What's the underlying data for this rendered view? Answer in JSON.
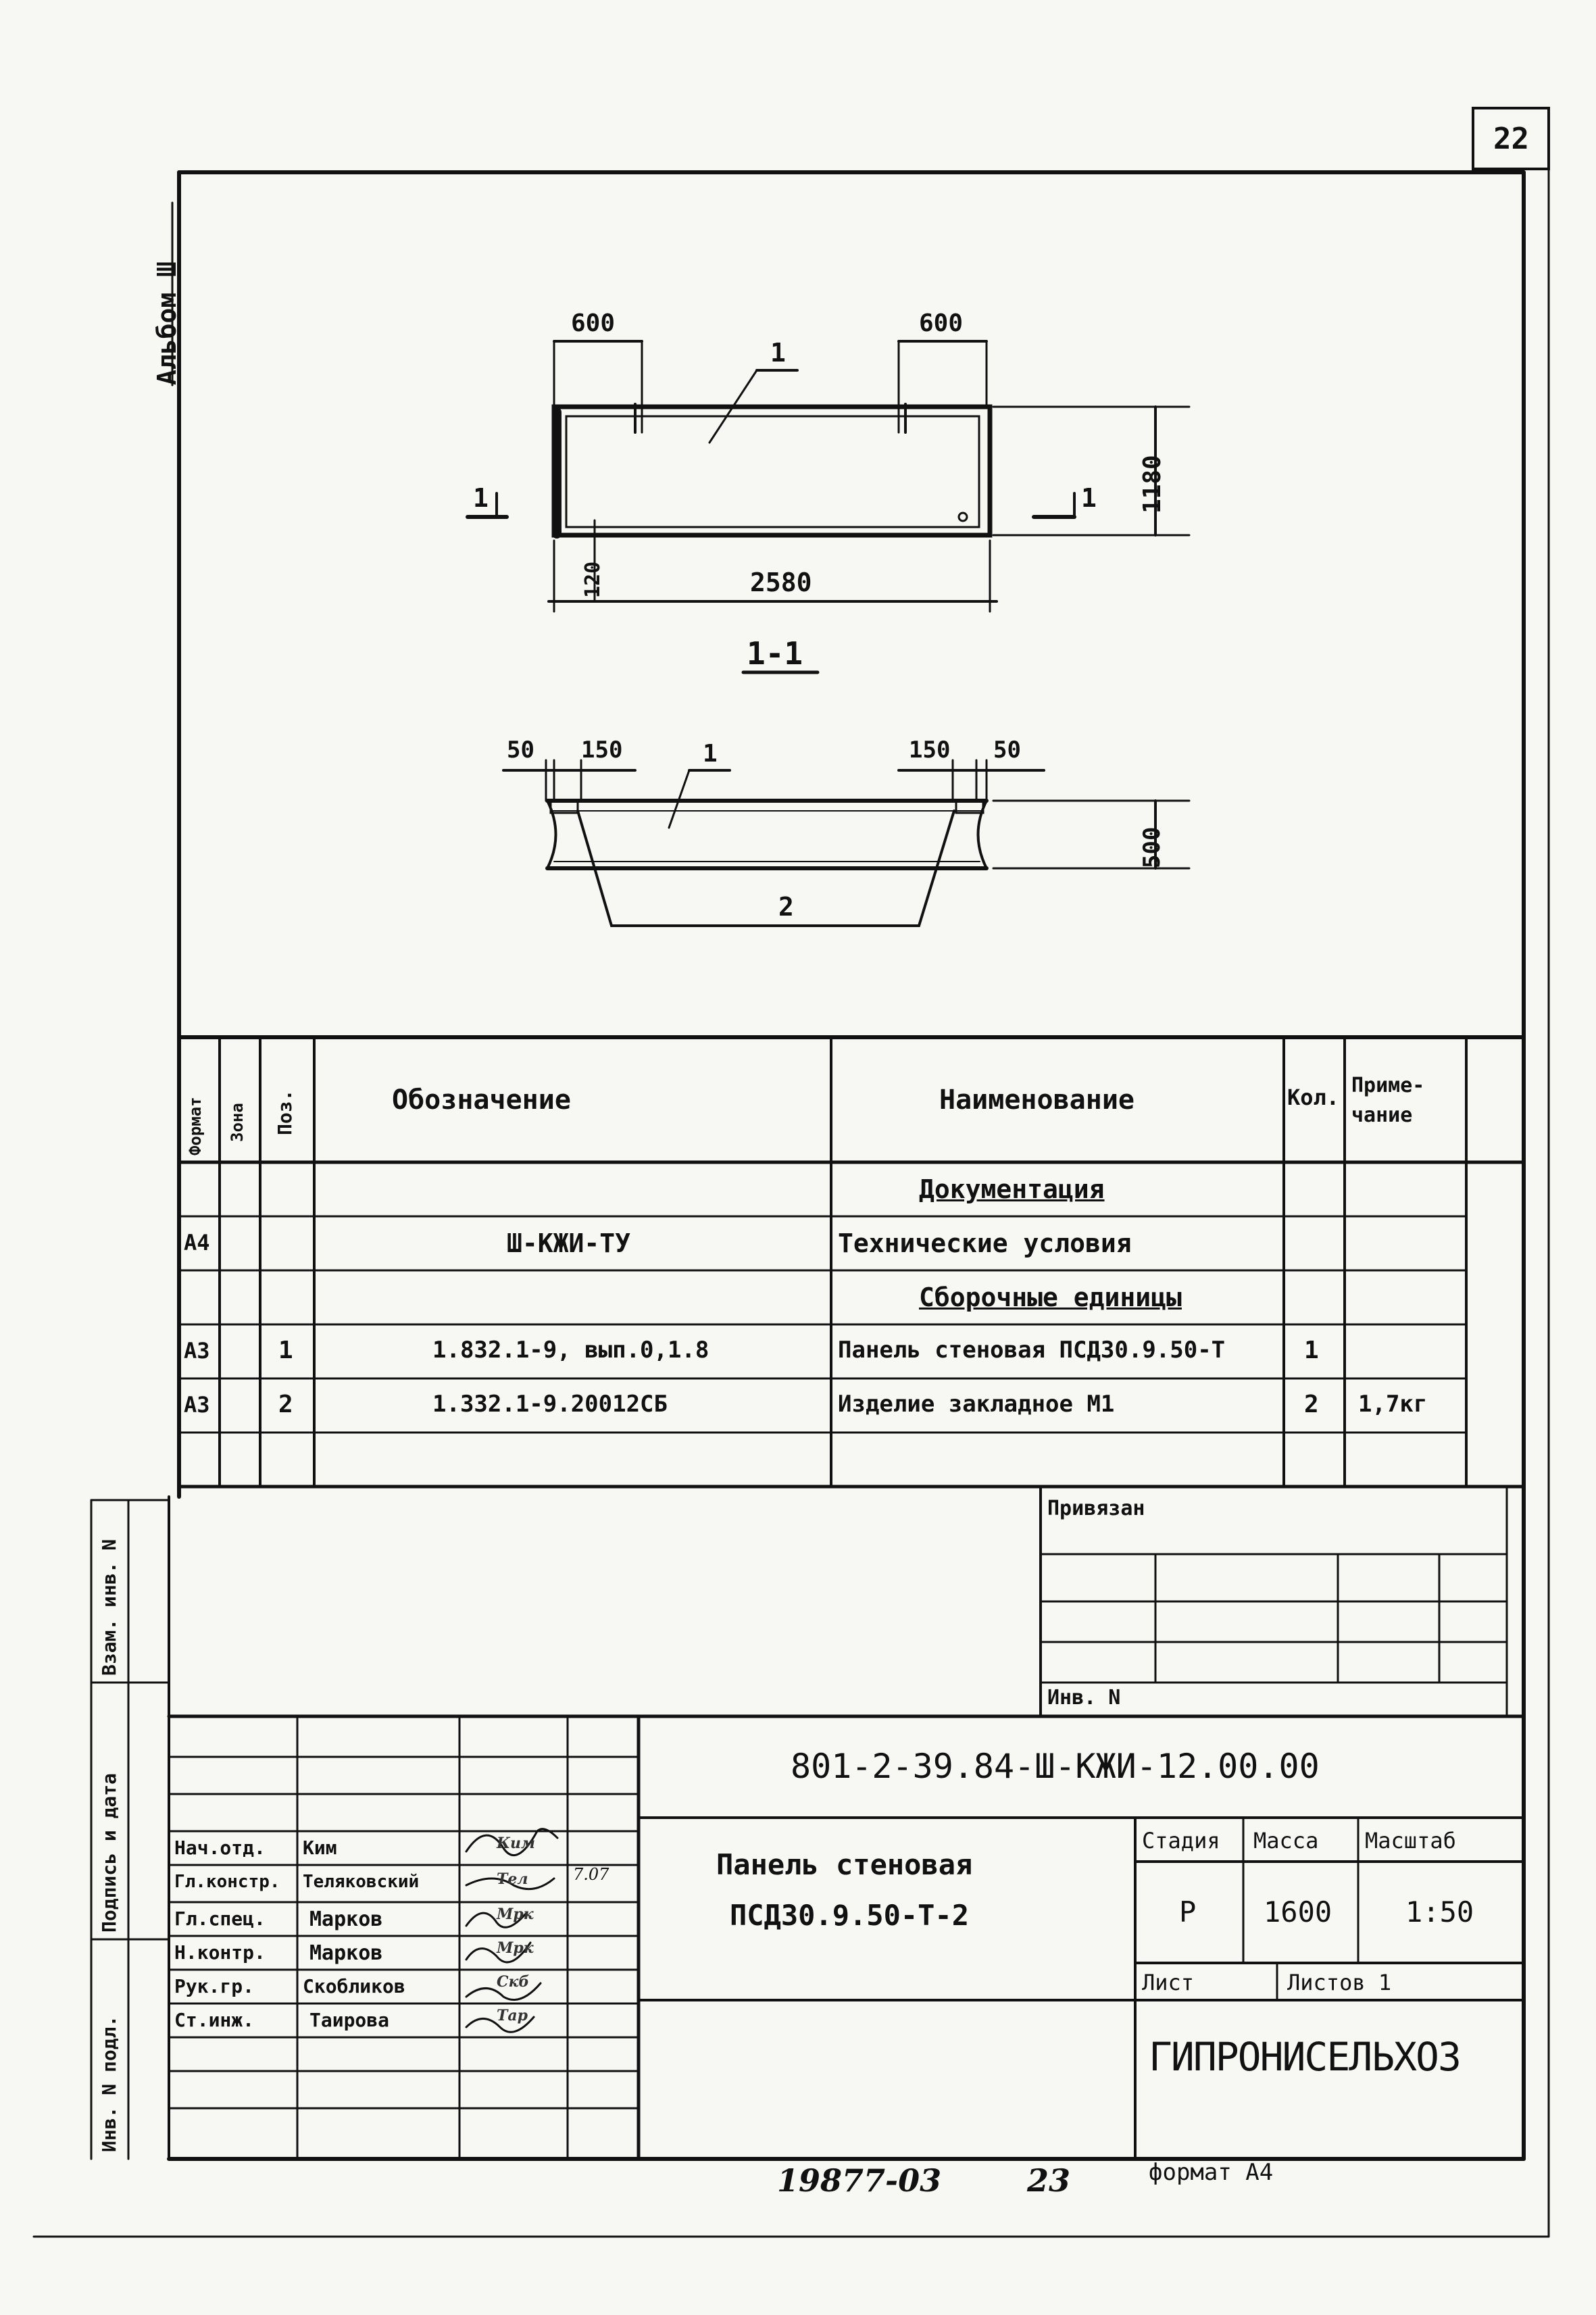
{
  "sheet": {
    "page_number": "22",
    "album_label": "Альбом Ш",
    "footer_archive": "19877-03",
    "footer_page": "23",
    "format_label": "формат А4"
  },
  "drawing": {
    "plan": {
      "dim_top_left": "600",
      "dim_top_right": "600",
      "dim_height": "1180",
      "dim_width": "2580",
      "dim_offset": "120",
      "pos_label": "1",
      "section_mark_left": "1",
      "section_mark_right": "1"
    },
    "section": {
      "title": "1-1",
      "dim_a_left": "50",
      "dim_b_left": "150",
      "dim_b_right": "150",
      "dim_a_right": "50",
      "dim_thickness": "500",
      "pos_label_top": "1",
      "pos_label_bottom": "2"
    }
  },
  "spec_table": {
    "headers": {
      "format": "Формат",
      "zone": "Зона",
      "pos": "Поз.",
      "designation": "Обозначение",
      "name": "Наименование",
      "qty": "Кол.",
      "note": "Приме-чание"
    },
    "rows": [
      {
        "format": "",
        "zone": "",
        "pos": "",
        "designation": "",
        "name": "Документация",
        "qty": "",
        "note": "",
        "section": true
      },
      {
        "format": "А4",
        "zone": "",
        "pos": "",
        "designation": "Ш-КЖИ-ТУ",
        "name": "Технические условия",
        "qty": "",
        "note": ""
      },
      {
        "format": "",
        "zone": "",
        "pos": "",
        "designation": "",
        "name": "Сборочные единицы",
        "qty": "",
        "note": "",
        "section": true
      },
      {
        "format": "А3",
        "zone": "",
        "pos": "1",
        "designation": "1.832.1-9, вып.0,1.8",
        "name": "Панель стеновая ПСД30.9.50-Т",
        "qty": "1",
        "note": ""
      },
      {
        "format": "А3",
        "zone": "",
        "pos": "2",
        "designation": "1.332.1-9.20012СБ",
        "name": "Изделие закладное М1",
        "qty": "2",
        "note": "1,7кг"
      },
      {
        "format": "",
        "zone": "",
        "pos": "",
        "designation": "",
        "name": "",
        "qty": "",
        "note": ""
      }
    ]
  },
  "title_block": {
    "privyazan": "Привязан",
    "inv_no": "Инв. N",
    "doc_code": "801-2-39.84-Ш-КЖИ-12.00.00",
    "item_name_line1": "Панель стеновая",
    "item_name_line2": "ПСД30.9.50-Т-2",
    "stage_label": "Стадия",
    "mass_label": "Масса",
    "scale_label": "Масштаб",
    "stage_value": "Р",
    "mass_value": "1600",
    "scale_value": "1:50",
    "sheet_label": "Лист",
    "sheets_label": "Листов 1",
    "org": "ГИПРОНИСЕЛЬХОЗ",
    "roles": [
      {
        "role": "Нач.отд.",
        "name": "Ким",
        "sign": "Ким"
      },
      {
        "role": "Гл.констр.",
        "name": "Теляковский",
        "sign": "Тел"
      },
      {
        "role": "Гл.спец.",
        "name": "Марков",
        "sign": "Мрк"
      },
      {
        "role": "Н.контр.",
        "name": "Марков",
        "sign": "Мрк"
      },
      {
        "role": "Рук.гр.",
        "name": "Скобликов",
        "sign": "Скб"
      },
      {
        "role": "Ст.инж.",
        "name": "Таирова",
        "sign": "Тар"
      }
    ],
    "date_note": "7.07"
  },
  "side_stamp": {
    "inv_podl": "Инв. N подл.",
    "podpis_data": "Подпись и дата",
    "vzam_inv": "Взам. инв. N"
  }
}
